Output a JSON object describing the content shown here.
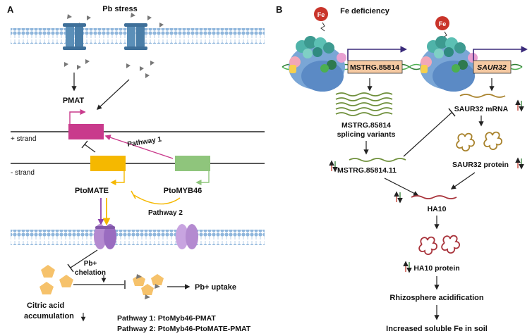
{
  "panel_a": {
    "letter": "A",
    "stress_label": "Pb stress",
    "pmat_label": "PMAT",
    "plus_strand": "+ strand",
    "minus_strand": "- strand",
    "pathway1_label": "Pathway 1",
    "pathway2_label": "Pathway 2",
    "ptomate_label": "PtoMATE",
    "ptomyb46_label": "PtoMYB46",
    "chelation_line1": "Pb+",
    "chelation_line2": "chelation",
    "uptake_label": "Pb+ uptake",
    "citric_line1": "Citric acid",
    "citric_line2": "accumulation",
    "legend_pathway1": "Pathway 1: PtoMyb46-PMAT",
    "legend_pathway2": "Pathway 2: PtoMyb46-PtoMATE-PMAT"
  },
  "panel_b": {
    "letter": "B",
    "condition_label": "Fe deficiency",
    "fe_symbol": "Fe",
    "gene1_label": "MSTRG.85814",
    "gene2_label": "SAUR32",
    "splicing_line1": "MSTRG.85814",
    "splicing_line2": "splicing variants",
    "variant_label": "MSTRG.85814.11",
    "saur_mrna_label": "SAUR32 mRNA",
    "saur_protein_label": "SAUR32 protein",
    "ha10_label": "HA10",
    "ha10_protein_label": "HA10 protein",
    "rhizosphere_label": "Rhizosphere acidification",
    "soluble_fe_label": "Increased soluble Fe in soil"
  },
  "colors": {
    "membrane": "#a9c8e4",
    "channel": "#5b8fb8",
    "pmat": "#c93a8c",
    "ptomate": "#f5b800",
    "ptomyb46": "#8fc57c",
    "transporter": "#b48ad0",
    "citrate": "#f6c26b",
    "pb_ion": "#777777",
    "fe_ball": "#c9342a",
    "gene_box": "#f5c9a2",
    "gene_arrow": "#3a2a7a",
    "splicing": "#6e8f3a",
    "saur": "#a8822c",
    "ha10": "#a8323a",
    "up_arrow": "#c0392b",
    "down_arrow": "#2e7d32"
  }
}
